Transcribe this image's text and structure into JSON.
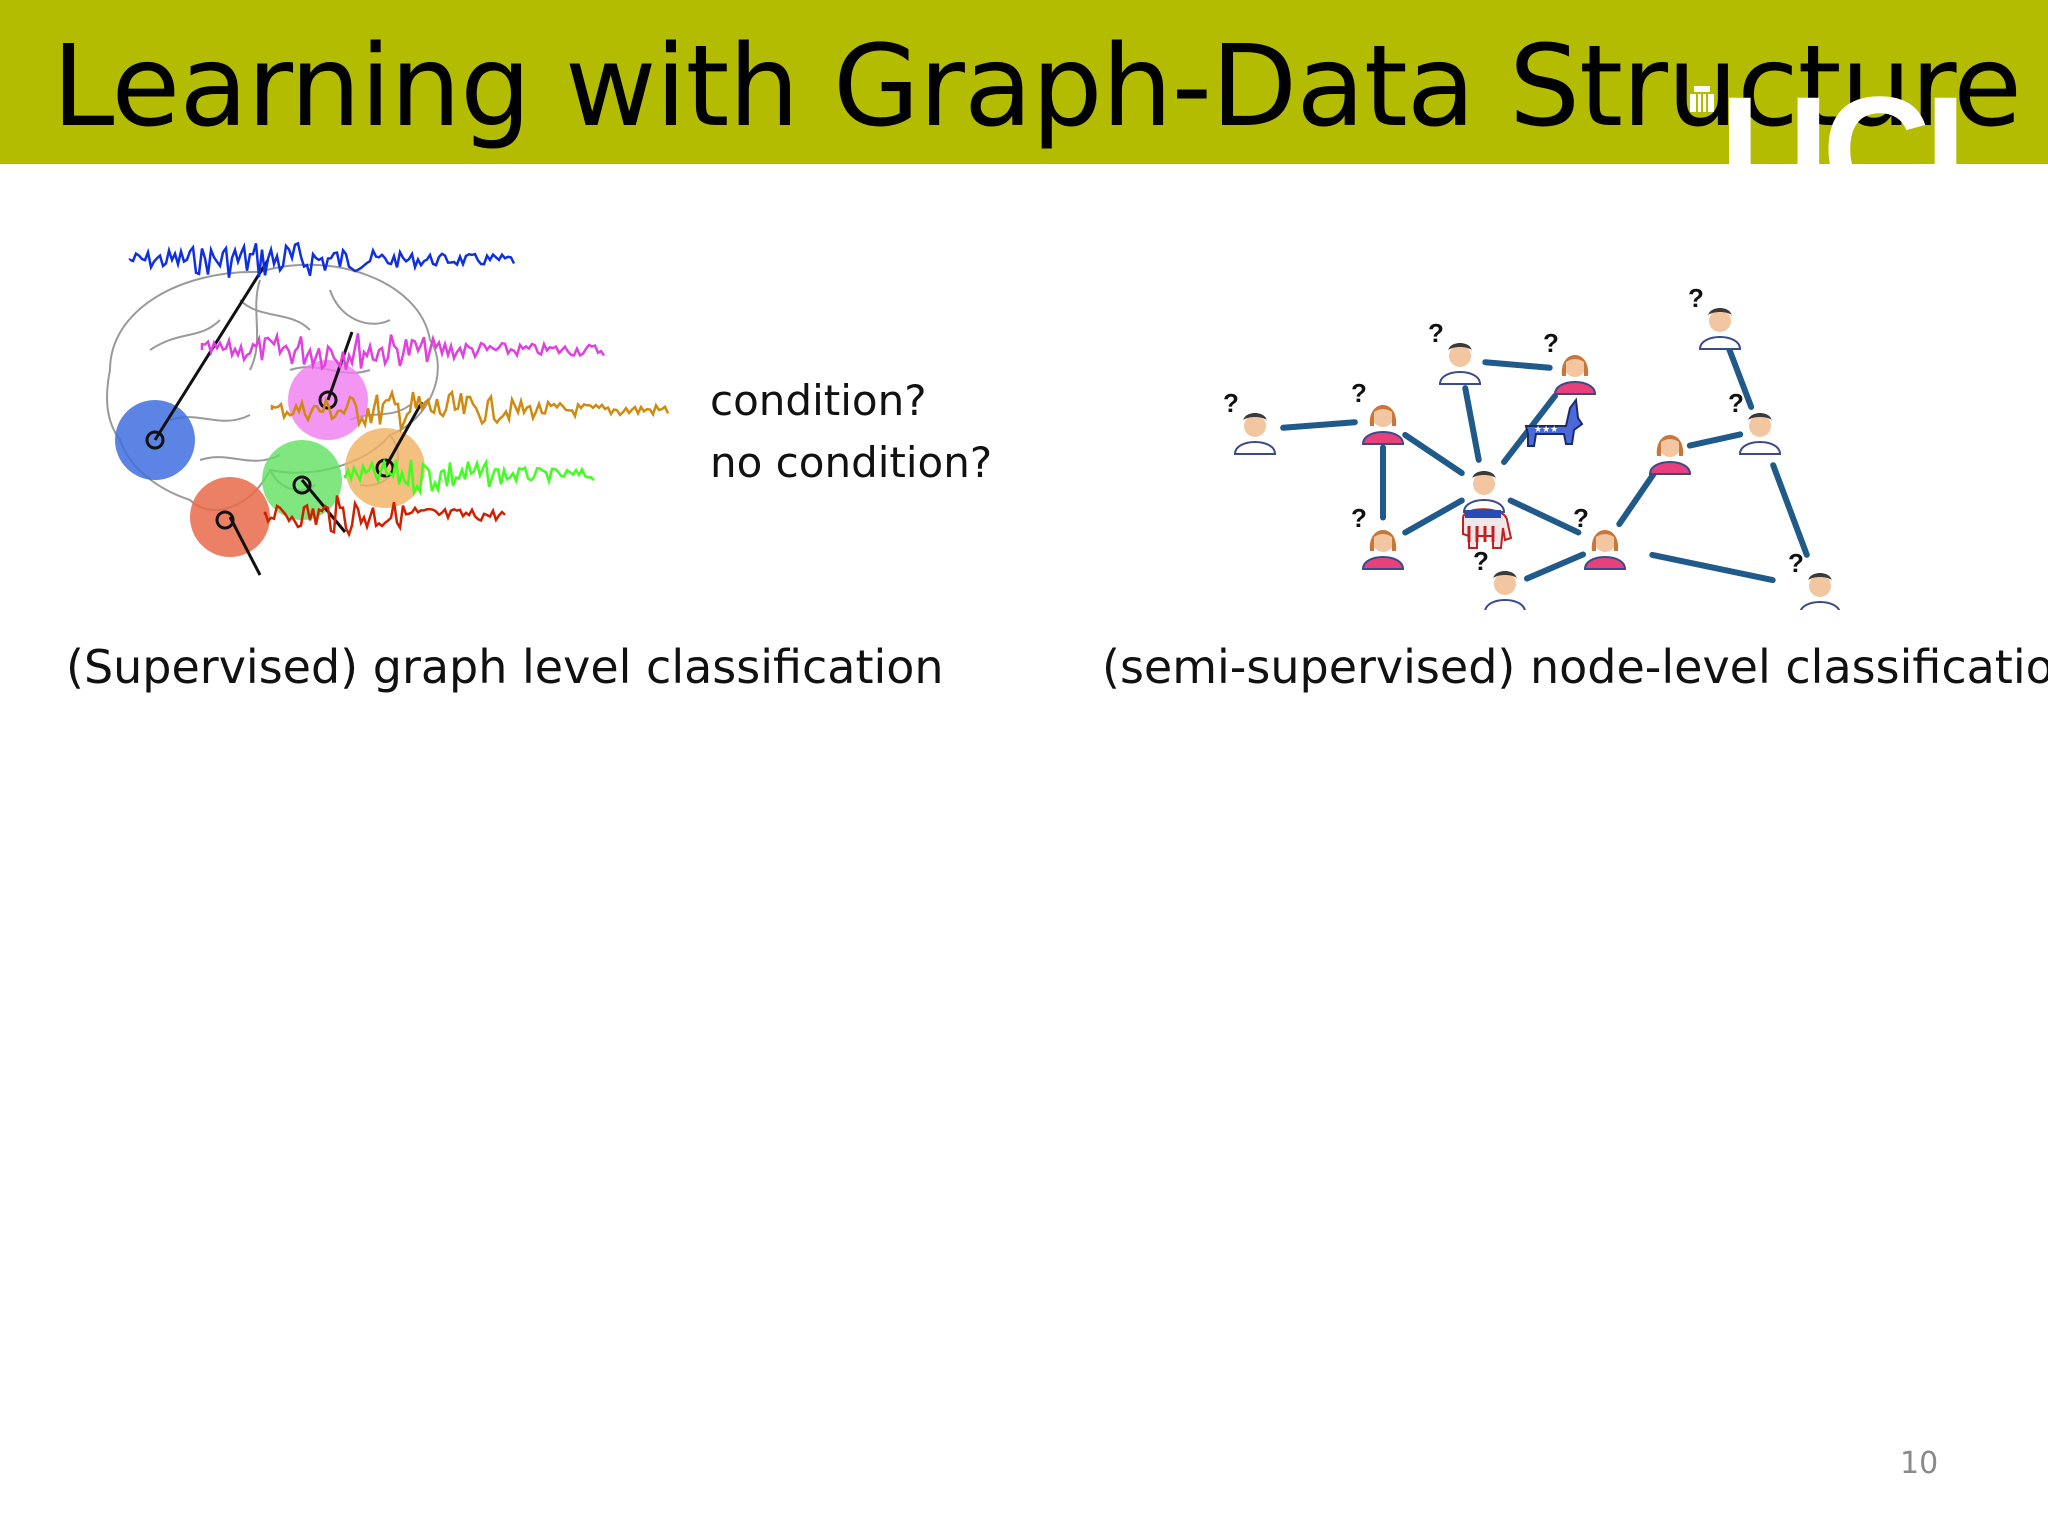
{
  "slide": {
    "title": "Learning with Graph-Data Structure",
    "logo_text": "UCL",
    "page_number": "10"
  },
  "left_panel": {
    "condition_question": "condition?",
    "no_condition_question": "no condition?",
    "caption": "(Supervised) graph level classification",
    "region_colors": [
      "#3f6fe0",
      "#f07bf0",
      "#f0b060",
      "#60e060",
      "#e86a4a"
    ],
    "signal_colors": [
      "#1030e0",
      "#e040e0",
      "#d08a10",
      "#40ff20",
      "#d02000"
    ]
  },
  "right_panel": {
    "caption": "(semi-supervised) node-level classification",
    "unknown_label": "?",
    "edge_color": "#1f5a8a",
    "node_icons": [
      "man-icon",
      "woman-icon",
      "donkey-icon",
      "elephant-icon"
    ]
  },
  "colors": {
    "header_bg": "#b4bc00"
  }
}
